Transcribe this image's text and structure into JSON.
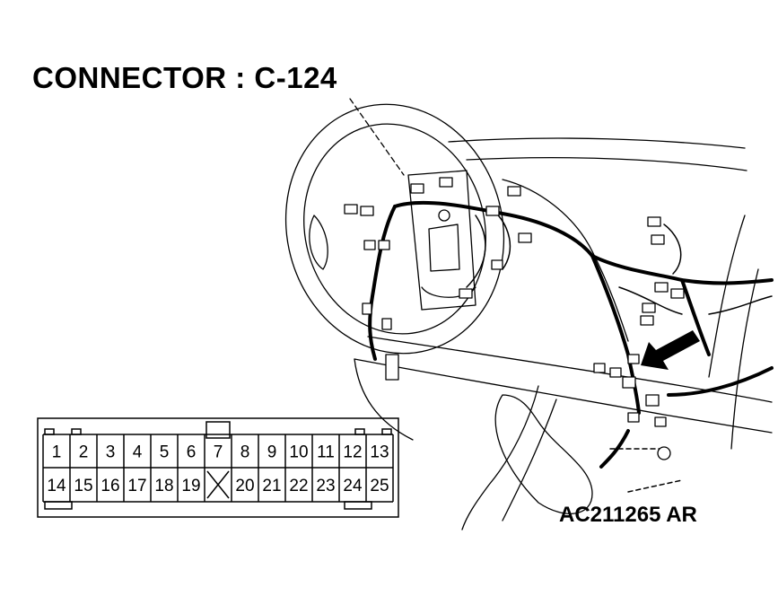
{
  "title": "CONNECTOR : C-124",
  "figure_id": "AC211265 AR",
  "connector": {
    "top_row": [
      "1",
      "2",
      "3",
      "4",
      "5",
      "6",
      "7",
      "8",
      "9",
      "10",
      "11",
      "12",
      "13"
    ],
    "bottom_row": [
      "14",
      "15",
      "16",
      "17",
      "18",
      "19",
      "",
      "20",
      "21",
      "22",
      "23",
      "24",
      "25"
    ],
    "blank_position_marker": "X"
  },
  "colors": {
    "ink": "#000000",
    "background": "#ffffff"
  },
  "icons": [
    "arrow-icon"
  ]
}
